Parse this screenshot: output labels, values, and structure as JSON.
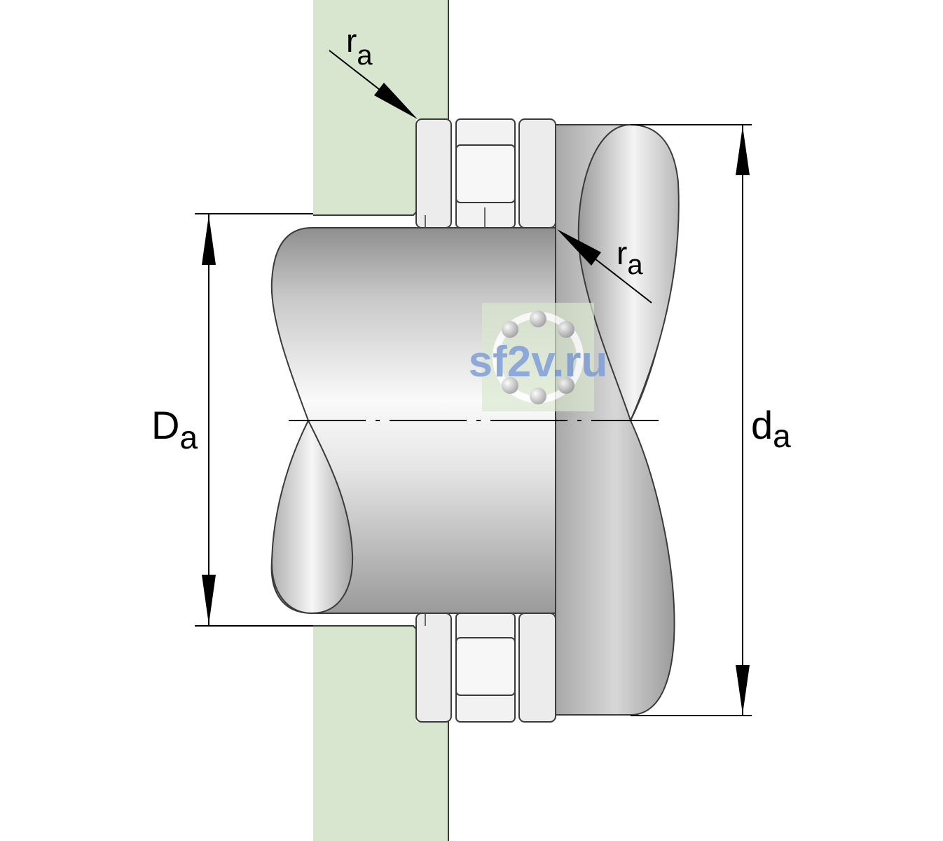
{
  "labels": {
    "r_a_top": {
      "main": "r",
      "sub": "a"
    },
    "r_a_right": {
      "main": "r",
      "sub": "a"
    },
    "D_a": {
      "main": "D",
      "sub": "a"
    },
    "d_a": {
      "main": "d",
      "sub": "a"
    }
  },
  "watermark": {
    "text": "sf2v.ru"
  },
  "colors": {
    "housing": "#d9e6cf",
    "outline": "#3a3a3a",
    "metal_light": "#f2f2f2",
    "metal_dark": "#9e9e9e",
    "watermark_text": "#7f9fd6",
    "watermark_bg": "#dbe9cf"
  }
}
